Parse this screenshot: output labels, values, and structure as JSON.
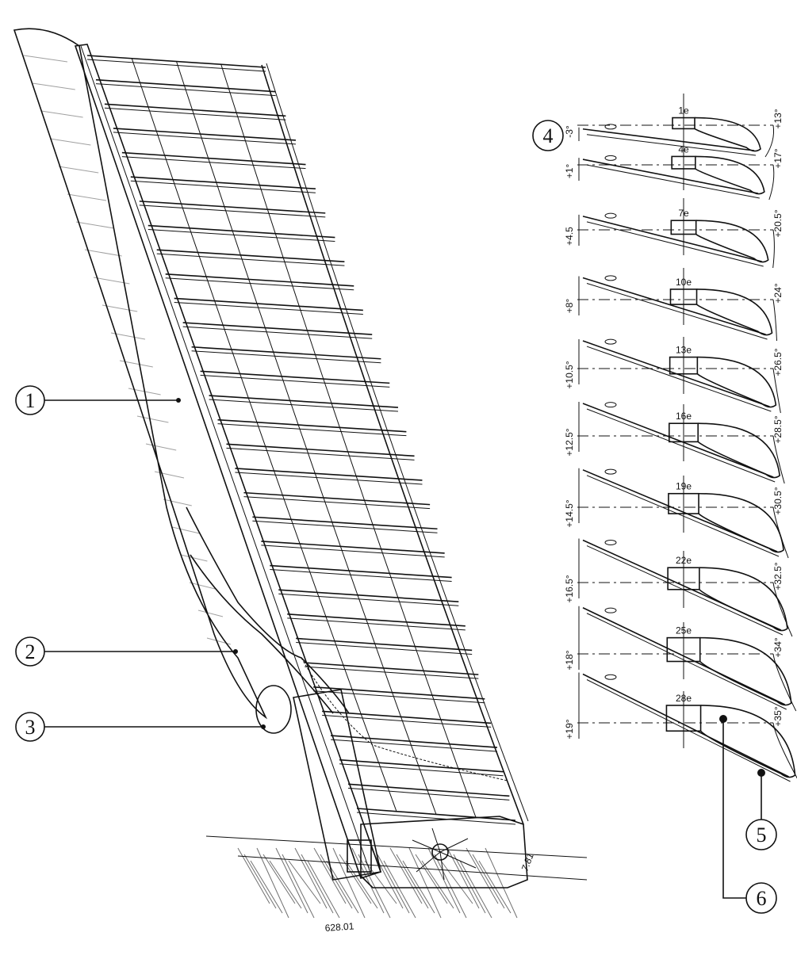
{
  "callouts": [
    "1",
    "2",
    "3",
    "4",
    "5",
    "6"
  ],
  "drawing_number": "628.01",
  "signature_date": "7.81",
  "sections": [
    {
      "station": "1e",
      "inner_angle": "-3°",
      "outer_angle": "+13°",
      "twist": -3,
      "tip": 13
    },
    {
      "station": "4e",
      "inner_angle": "+1°",
      "outer_angle": "+17°",
      "twist": 1,
      "tip": 17
    },
    {
      "station": "7e",
      "inner_angle": "+4.5",
      "outer_angle": "+20.5°",
      "twist": 4.5,
      "tip": 20.5
    },
    {
      "station": "10e",
      "inner_angle": "+8°",
      "outer_angle": "+24°",
      "twist": 8,
      "tip": 24
    },
    {
      "station": "13e",
      "inner_angle": "+10.5°",
      "outer_angle": "+26.5°",
      "twist": 10.5,
      "tip": 26.5
    },
    {
      "station": "16e",
      "inner_angle": "+12.5°",
      "outer_angle": "+28.5°",
      "twist": 12.5,
      "tip": 28.5
    },
    {
      "station": "19e",
      "inner_angle": "+14.5°",
      "outer_angle": "+30.5°",
      "twist": 14.5,
      "tip": 30.5
    },
    {
      "station": "22e",
      "inner_angle": "+16.5°",
      "outer_angle": "+32.5°",
      "twist": 16.5,
      "tip": 32.5
    },
    {
      "station": "25e",
      "inner_angle": "+18°",
      "outer_angle": "+34°",
      "twist": 18,
      "tip": 34
    },
    {
      "station": "28e",
      "inner_angle": "+19°",
      "outer_angle": "+35°",
      "twist": 19,
      "tip": 35
    }
  ]
}
